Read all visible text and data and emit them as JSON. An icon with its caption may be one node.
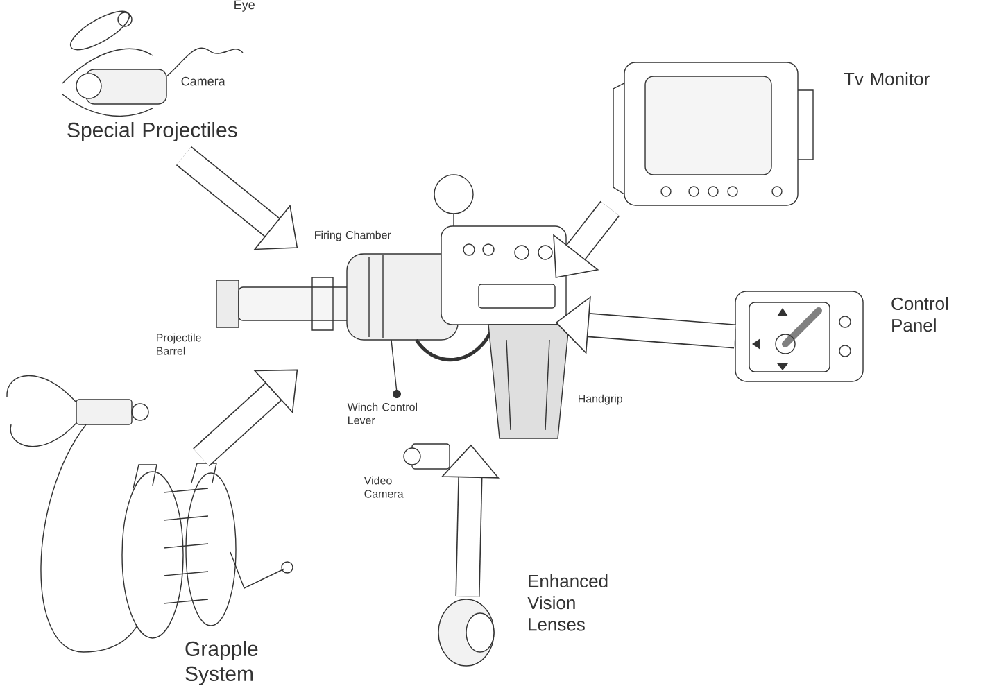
{
  "diagram": {
    "nodes": [
      {
        "text": [],
        "shape": "picture"
      },
      {
        "text": [
          "Special Projectiles"
        ]
      },
      {
        "text": [
          "Tv Monitor"
        ]
      },
      {
        "text": [
          "Control Panel"
        ]
      },
      {
        "text": [
          "Grapple System"
        ]
      },
      {
        "text": [
          "Enhanced Vision Lenses"
        ]
      }
    ],
    "edges": [
      {
        "from": 1,
        "to": 0,
        "arrow": "to"
      },
      {
        "from": 2,
        "to": 0,
        "arrow": "to"
      },
      {
        "from": 3,
        "to": 0,
        "arrow": "to"
      },
      {
        "from": 4,
        "to": 0,
        "arrow": "to"
      },
      {
        "from": 5,
        "to": 0,
        "arrow": "to"
      }
    ],
    "labels": [
      "Eye",
      "Camera",
      "Firing Chamber",
      "Projectile Barrel",
      "Handgrip",
      "Winch Control Lever",
      "Video Camera"
    ]
  }
}
